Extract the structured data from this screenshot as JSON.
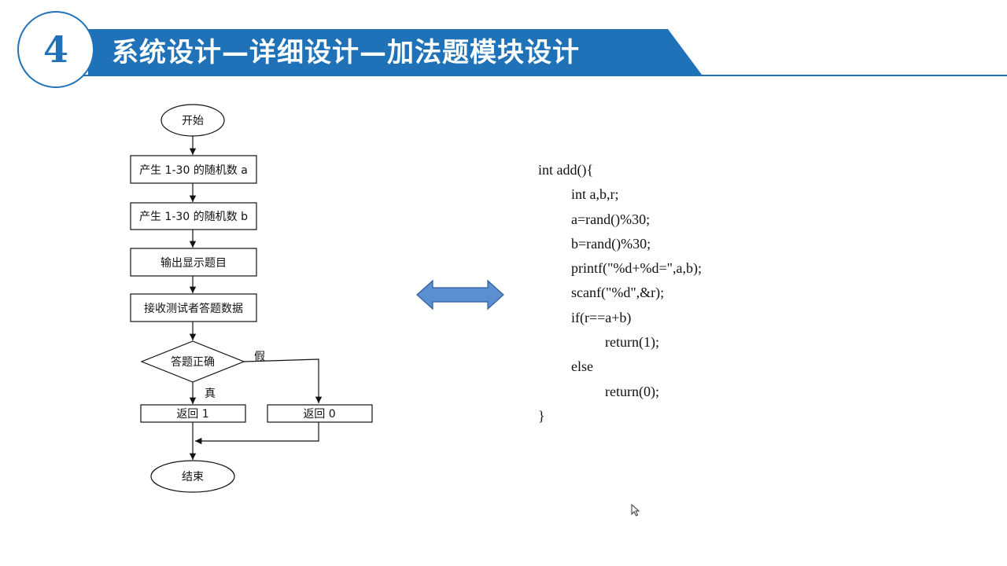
{
  "header": {
    "section_number": "4",
    "title": "系统设计—详细设计—加法题模块设计",
    "accent_color": "#1f72b8"
  },
  "flowchart": {
    "start": "开始",
    "steps": [
      "产生 1-30 的随机数 a",
      "产生 1-30 的随机数 b",
      "输出显示题目",
      "接收测试者答题数据"
    ],
    "decision": "答题正确",
    "yes_label": "真",
    "no_label": "假",
    "yes_action": "返回 1",
    "no_action": "返回 0",
    "end": "结束"
  },
  "code": {
    "lines": [
      {
        "text": "int add(){",
        "indent": 0
      },
      {
        "text": "int a,b,r;",
        "indent": 1
      },
      {
        "text": "a=rand()%30;",
        "indent": 1
      },
      {
        "text": "b=rand()%30;",
        "indent": 1
      },
      {
        "text": "printf(\"%d+%d=\",a,b);",
        "indent": 1
      },
      {
        "text": "scanf(\"%d\",&r);",
        "indent": 1
      },
      {
        "text": "if(r==a+b)",
        "indent": 1
      },
      {
        "text": "return(1);",
        "indent": 2
      },
      {
        "text": "else",
        "indent": 1
      },
      {
        "text": "return(0);",
        "indent": 2
      },
      {
        "text": "}",
        "indent": 0
      }
    ]
  },
  "arrow_color": "#5b8fd0"
}
